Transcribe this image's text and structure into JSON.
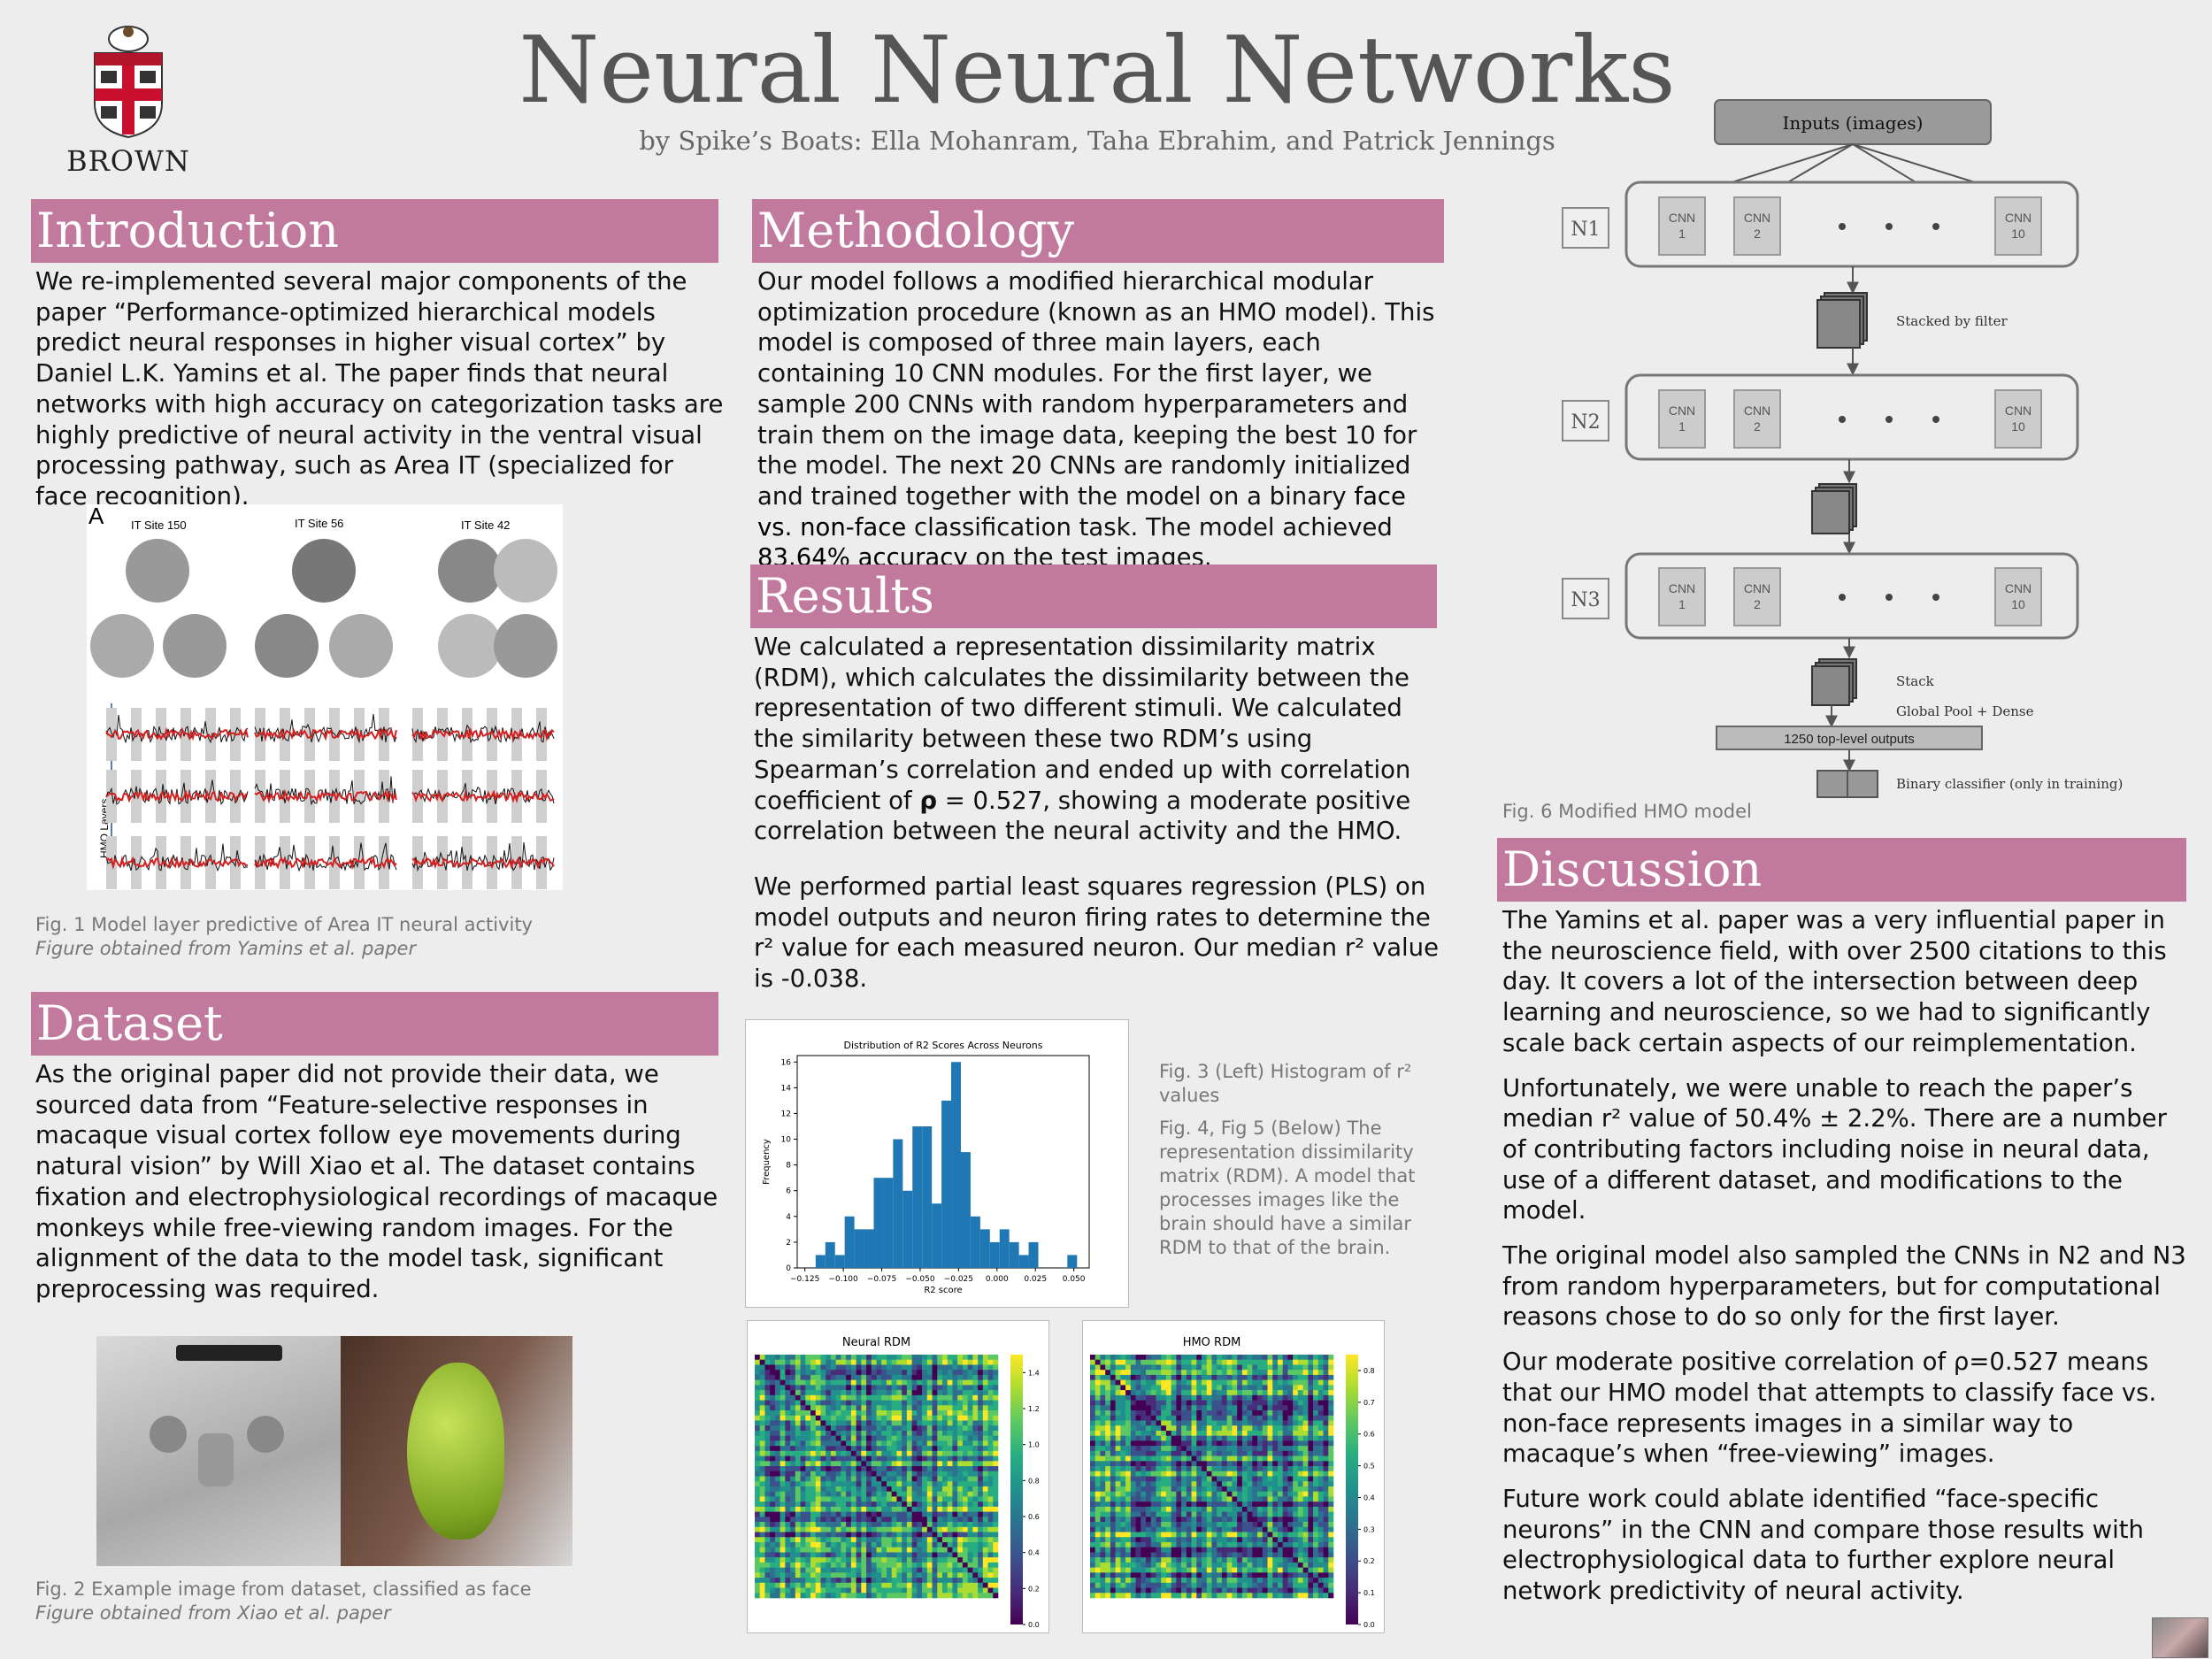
{
  "header": {
    "title": "Neural Neural Networks",
    "subtitle": "by Spike’s Boats: Ella Mohanram, Taha Ebrahim, and Patrick Jennings",
    "logo_text": "BROWN"
  },
  "introduction": {
    "heading": "Introduction",
    "text": "We re-implemented several major components of the paper “Performance-optimized hierarchical models predict neural responses in higher visual cortex” by Daniel L.K. Yamins et al. The paper finds that neural networks with high accuracy on categorization tasks are highly predictive of neural activity in the ventral visual processing pathway, such as Area IT (specialized for face recognition).",
    "figure": {
      "panel_letter": "A",
      "sites": [
        "IT Site 150",
        "IT Site 56",
        "IT Site 42"
      ],
      "axis_label": "HMO Layers"
    },
    "caption": "Fig. 1 Model layer predictive of Area IT neural activity",
    "caption_source": "Figure obtained from Yamins et al. paper"
  },
  "dataset": {
    "heading": "Dataset",
    "text": "As the original paper did not provide their data, we sourced data from “Feature-selective responses in macaque visual cortex follow eye movements during natural vision” by Will Xiao et al. The dataset contains fixation and electrophysiological recordings of macaque monkeys while free-viewing random images. For the alignment of the data to the model task, significant preprocessing was required.",
    "caption": "Fig. 2 Example image from dataset, classified as face",
    "caption_source": "Figure obtained from Xiao et al. paper"
  },
  "methodology": {
    "heading": "Methodology",
    "text_pre": "Our model follows a modified hierarchical modular optimization procedure (known as an HMO model). This model is composed of three main layers, each containing 10 CNN modules. For the first layer, we sample 200 CNNs with random hyperparameters and train them on the image data, keeping the best 10 for the model. The next 20 CNNs are randomly initialized and trained together with the model on a binary ",
    "text_bold_1": "face vs. non-face",
    "text_mid": " classification task. The model achieved ",
    "text_bold_2": "83.64% accuracy",
    "text_post": " on the test images."
  },
  "results": {
    "heading": "Results",
    "p1_pre": "We calculated a representation dissimilarity matrix (RDM), which calculates the dissimilarity between the representation of two different stimuli. We calculated the similarity between these two RDM’s using Spearman’s correlation and ended up with correlation coefficient of ",
    "p1_bold": "ρ",
    "p1_post": " = 0.527, showing a moderate positive correlation between the neural activity and the HMO.",
    "p2": "We performed partial least squares regression (PLS) on model outputs and neuron firing rates to determine the r² value for each measured neuron. Our median r² value is -0.038.",
    "caption_fig3": "Fig. 3 (Left) Histogram of r² values",
    "caption_fig45": "Fig. 4, Fig 5 (Below) The representation dissimilarity matrix (RDM). A model that processes images like the brain should have a similar RDM to that of the brain."
  },
  "chart_data": [
    {
      "type": "bar",
      "title": "Distribution of R2 Scores Across Neurons",
      "xlabel": "R2 score",
      "ylabel": "Frequency",
      "xlim": [
        -0.13,
        0.06
      ],
      "ylim": [
        0,
        16.5
      ],
      "xticks": [
        "−0.125",
        "−0.100",
        "−0.075",
        "−0.050",
        "−0.025",
        "0.000",
        "0.025",
        "0.050"
      ],
      "yticks": [
        "0",
        "2",
        "4",
        "6",
        "8",
        "10",
        "12",
        "14",
        "16"
      ],
      "bin_width": 0.0063,
      "bin_starts": [
        -0.118,
        -0.1117,
        -0.1054,
        -0.0991,
        -0.0928,
        -0.0865,
        -0.0802,
        -0.0739,
        -0.0676,
        -0.0613,
        -0.055,
        -0.0487,
        -0.0424,
        -0.0361,
        -0.0298,
        -0.0235,
        -0.0172,
        -0.0109,
        -0.0046,
        0.0017,
        0.008,
        0.0143,
        0.0206,
        0.0269,
        0.0332,
        0.0395,
        0.0458
      ],
      "values": [
        1,
        2,
        1,
        4,
        3,
        3,
        7,
        7,
        10,
        6,
        11,
        11,
        5,
        13,
        16,
        9,
        4,
        3,
        2,
        3,
        2,
        1,
        2,
        0,
        0,
        0,
        1
      ]
    },
    {
      "type": "heatmap",
      "title": "Neural RDM",
      "colorbar_ticks": [
        "0.0",
        "0.2",
        "0.4",
        "0.6",
        "0.8",
        "1.0",
        "1.2",
        "1.4"
      ],
      "colorbar_range": [
        0,
        1.5
      ]
    },
    {
      "type": "heatmap",
      "title": "HMO RDM",
      "colorbar_ticks": [
        "0.0",
        "0.1",
        "0.2",
        "0.3",
        "0.4",
        "0.5",
        "0.6",
        "0.7",
        "0.8"
      ],
      "colorbar_range": [
        0,
        0.85
      ]
    }
  ],
  "hmo_diagram": {
    "inputs": "Inputs (images)",
    "layers": [
      "N1",
      "N2",
      "N3"
    ],
    "cnn_labels": [
      [
        "CNN",
        "1"
      ],
      [
        "CNN",
        "2"
      ],
      [
        "CNN",
        "10"
      ]
    ],
    "stacked_label": "Stacked by filter",
    "stack_label": "Stack",
    "pool_label": "Global Pool + Dense",
    "outputs_label": "1250 top-level outputs",
    "classifier_label": "Binary classifier (only in training)",
    "caption": "Fig. 6 Modified HMO model"
  },
  "discussion": {
    "heading": "Discussion",
    "paragraphs": [
      "The Yamins et al. paper was a very influential paper in the neuroscience field, with over 2500 citations to this day. It covers a lot of the intersection between deep learning and neuroscience, so we had to significantly scale back certain aspects of our reimplementation.",
      "Unfortunately, we were unable to reach the paper’s median r² value of 50.4% ± 2.2%. There are a number of contributing factors including noise in neural data, use of a different dataset, and modifications to the model.",
      "The original model also sampled the CNNs in N2 and N3 from random hyperparameters, but for computational reasons chose to do so only for the first layer.",
      "Our moderate positive correlation of ρ=0.527 means that our HMO model that attempts to classify face vs. non-face represents images in a similar way to macaque’s when “free-viewing” images.",
      "Future work could ablate identified “face-specific neurons” in the CNN and compare those results with electrophysiological data to further explore neural network predictivity of neural activity."
    ]
  },
  "colors": {
    "section_header": "#c17a9d",
    "histogram_bar": "#1f77b4",
    "background": "#ededed"
  }
}
